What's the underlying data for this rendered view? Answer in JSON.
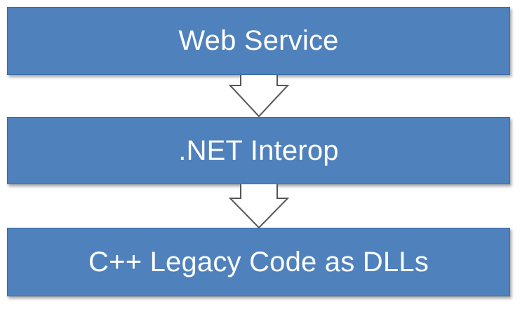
{
  "diagram": {
    "layers": [
      {
        "label": "Web Service"
      },
      {
        "label": ".NET Interop"
      },
      {
        "label": "C++ Legacy Code as DLLs"
      }
    ],
    "colors": {
      "box_fill": "#4f81bd",
      "box_border": "#3c6aa0",
      "box_text": "#ffffff",
      "arrow_fill": "#ffffff",
      "arrow_stroke": "#555555"
    }
  }
}
